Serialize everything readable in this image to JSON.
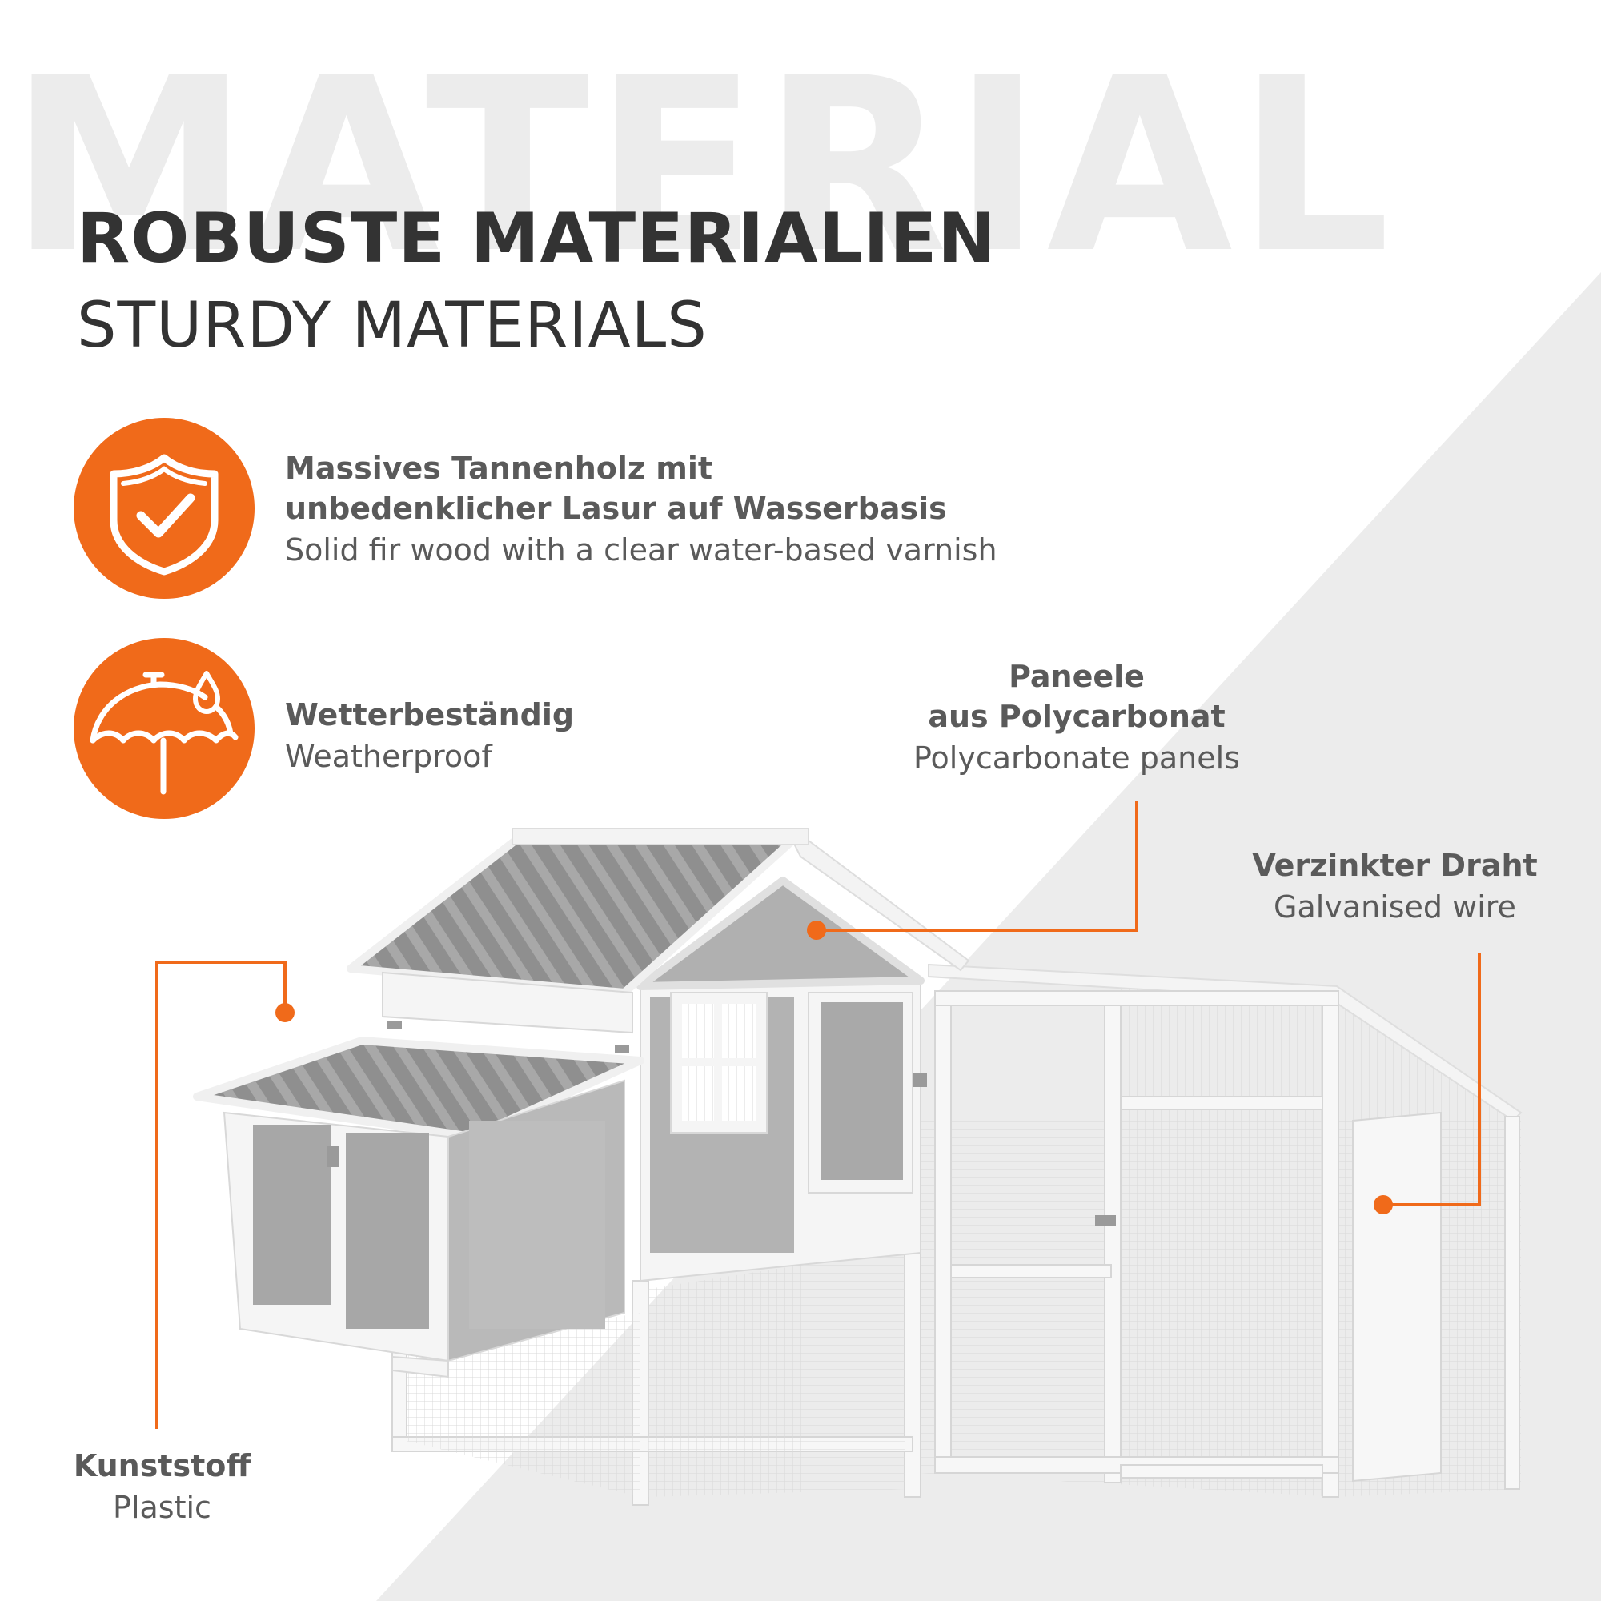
{
  "watermark": "MATERIAL",
  "header": {
    "title_de": "ROBUSTE MATERIALIEN",
    "title_en": "STURDY MATERIALS"
  },
  "features": [
    {
      "icon": "shield-check-icon",
      "de_line1": "Massives Tannenholz mit",
      "de_line2": "unbedenklicher Lasur auf Wasserbasis",
      "en": "Solid fir wood with a clear water-based varnish"
    },
    {
      "icon": "umbrella-rain-icon",
      "de_line1": "Wetterbeständig",
      "en": "Weatherproof"
    }
  ],
  "callouts": {
    "panels": {
      "de_line1": "Paneele",
      "de_line2": "aus Polycarbonat",
      "en": "Polycarbonate panels"
    },
    "wire": {
      "de": "Verzinkter Draht",
      "en": "Galvanised wire"
    },
    "plastic": {
      "de": "Kunststoff",
      "en": "Plastic"
    }
  },
  "colors": {
    "accent": "#f06a1a",
    "text_dark": "#333333",
    "text_mid": "#5a5a5a",
    "bg_gray": "#ececec"
  }
}
